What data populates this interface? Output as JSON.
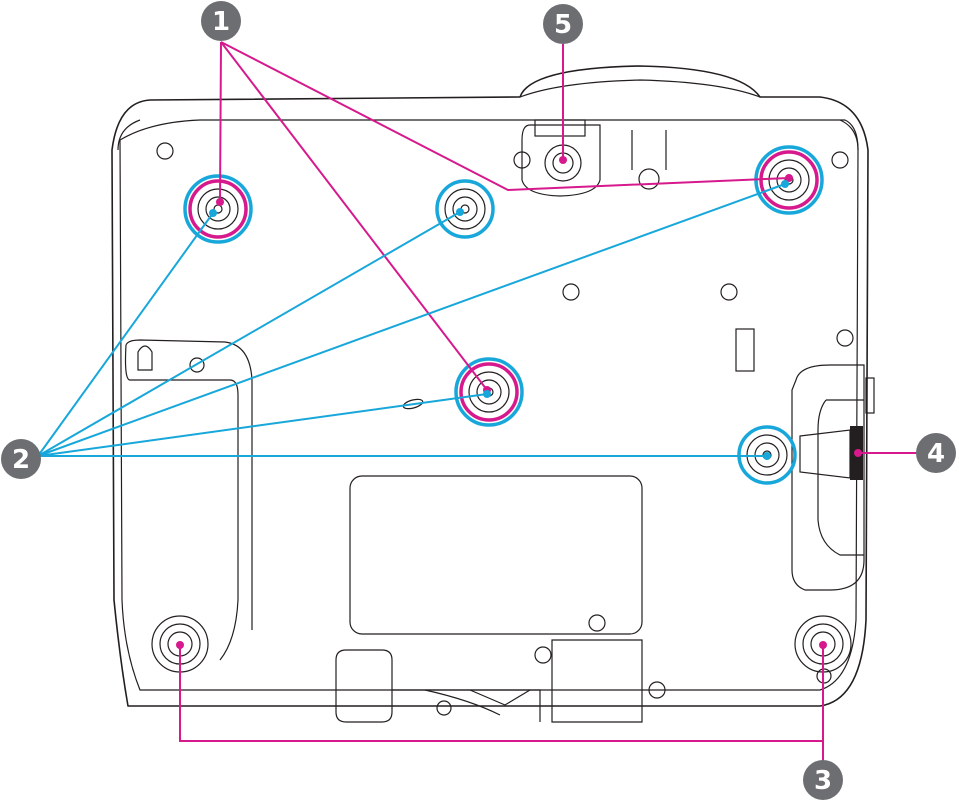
{
  "colors": {
    "outline": "#231f20",
    "callout_badge": "#6d6e71",
    "callout_text": "#ffffff",
    "magenta_leader": "#d6198c",
    "cyan_leader": "#17a7da"
  },
  "callouts": [
    {
      "id": "1",
      "label": "1",
      "leader_color": "magenta"
    },
    {
      "id": "2",
      "label": "2",
      "leader_color": "cyan"
    },
    {
      "id": "3",
      "label": "3",
      "leader_color": "magenta"
    },
    {
      "id": "4",
      "label": "4",
      "leader_color": "magenta"
    },
    {
      "id": "5",
      "label": "5",
      "leader_color": "magenta"
    }
  ]
}
